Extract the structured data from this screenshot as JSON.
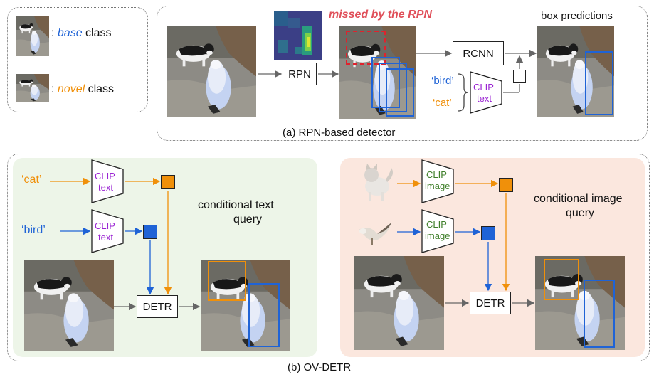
{
  "legend": {
    "base_prefix": ": ",
    "base_word": "base",
    "base_suffix": " class",
    "novel_prefix": ": ",
    "novel_word": "novel",
    "novel_suffix": " class"
  },
  "rpn_panel": {
    "missed_label": "missed by the RPN",
    "box_predictions": "box predictions",
    "rpn_label": "RPN",
    "rcnn_label": "RCNN",
    "bird_label": "‘bird’",
    "cat_label": "‘cat’",
    "clip_text_line1": "CLIP",
    "clip_text_line2": "text",
    "caption": "(a) RPN-based detector"
  },
  "ovdetr_text": {
    "cat_label": "‘cat’",
    "bird_label": "‘bird’",
    "clip1_line1": "CLIP",
    "clip1_line2": "text",
    "clip2_line1": "CLIP",
    "clip2_line2": "text",
    "query_line1": "conditional text",
    "query_line2": "query",
    "detr_label": "DETR"
  },
  "ovdetr_image": {
    "clip1_line1": "CLIP",
    "clip1_line2": "image",
    "clip2_line1": "CLIP",
    "clip2_line2": "image",
    "query_line1": "conditional image",
    "query_line2": "query",
    "detr_label": "DETR"
  },
  "caption_b": "(b) OV-DETR",
  "colors": {
    "base_blue": "#1f63d6",
    "novel_orange": "#f0900a",
    "missed_red": "#e0505a",
    "clip_purple": "#9b25d3",
    "clip_green": "#3f7f2a",
    "text_panel_bg": "#edf5e8",
    "image_panel_bg": "#fbe7de"
  },
  "icons": [
    "cat-bird-photo",
    "heatmap-image",
    "cat-figure",
    "gull-figure"
  ]
}
